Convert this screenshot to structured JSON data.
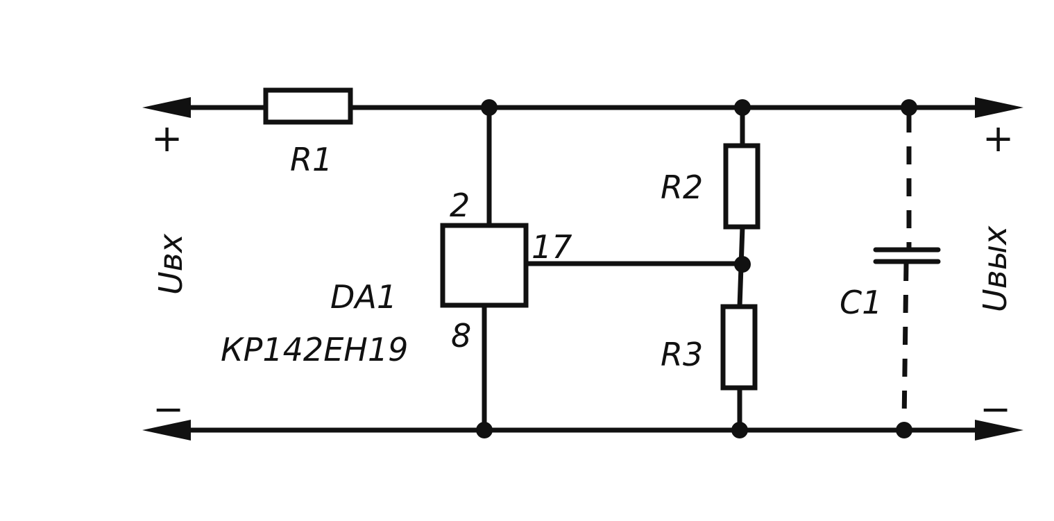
{
  "components": {
    "r1": "R1",
    "r2": "R2",
    "r3": "R3",
    "c1": "C1",
    "ic_ref": "DA1",
    "ic_part": "КР142ЕН19"
  },
  "pins": {
    "top": "2",
    "bottom": "8",
    "side": "17"
  },
  "terminals": {
    "input_voltage": "Uвх",
    "output_voltage": "Uвых",
    "input_plus": "+",
    "input_minus": "−",
    "output_plus": "+",
    "output_minus": "−"
  },
  "colors": {
    "ink": "#111111",
    "background": "#ffffff"
  }
}
